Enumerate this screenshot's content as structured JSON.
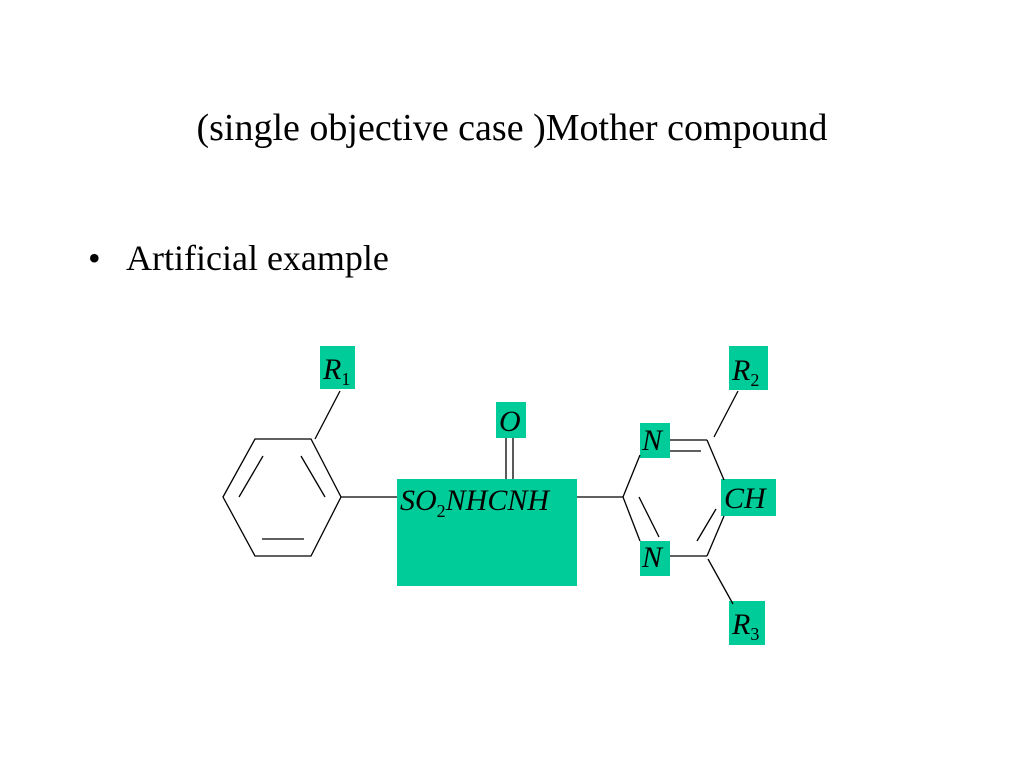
{
  "slide": {
    "title": "(single objective case )Mother compound",
    "bullets": [
      {
        "mark": "•",
        "text": "Artificial example"
      }
    ]
  },
  "colors": {
    "highlight": "#00CC99",
    "line": "#000000",
    "background": "#FFFFFF"
  },
  "diagram": {
    "labels": {
      "r1": {
        "main": "R",
        "sub": "1"
      },
      "r2": {
        "main": "R",
        "sub": "2"
      },
      "r3": {
        "main": "R",
        "sub": "3"
      },
      "carbonyl_o": "O",
      "linker": {
        "part1": "SO",
        "sub": "2",
        "part2": "NHCNH"
      },
      "ring_n_top": "N",
      "ring_n_bottom": "N",
      "ring_ch": "CH"
    }
  }
}
